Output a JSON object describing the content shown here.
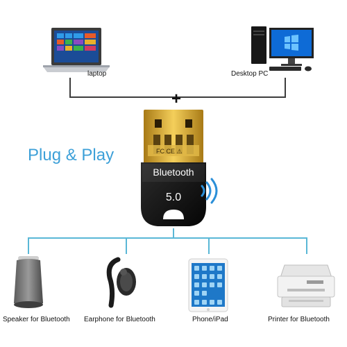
{
  "top": {
    "laptop_label": "laptop",
    "desktop_label": "Desktop PC",
    "plus_sign": "+"
  },
  "adapter": {
    "tagline": "Plug & Play",
    "name": "Bluetooth",
    "version": "5.0"
  },
  "devices": [
    {
      "label": "Speaker for Bluetooth",
      "icon": "speaker-icon"
    },
    {
      "label": "Earphone for Bluetooth",
      "icon": "earphone-icon"
    },
    {
      "label": "Phone/iPad",
      "icon": "tablet-icon"
    },
    {
      "label": "Printer for Bluetooth",
      "icon": "printer-icon"
    }
  ],
  "colors": {
    "accent_blue": "#3da0d8",
    "line_blue": "#59b7d6",
    "adapter_body": "#0e0e0e",
    "connector_gold": "#d6a52a"
  }
}
